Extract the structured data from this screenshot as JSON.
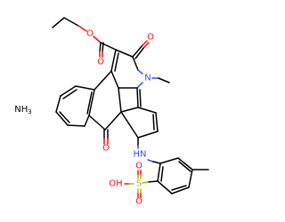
{
  "labels": {
    "salt": "NH",
    "salt_sub": "3",
    "ring_n": "N",
    "amine_nh": "HN",
    "o_ester_dbl": "O",
    "o_ester_sgl": "O",
    "o_lactam": "O",
    "o_ketone": "O",
    "sulfur": "S",
    "o_sulf_top": "O",
    "o_sulf_bottom": "O",
    "oh": "OH"
  },
  "colors": {
    "carbon": "#000000",
    "oxygen": "#ff0d0d",
    "nitrogen": "#3050f8",
    "sulfur": "#b5b500"
  }
}
